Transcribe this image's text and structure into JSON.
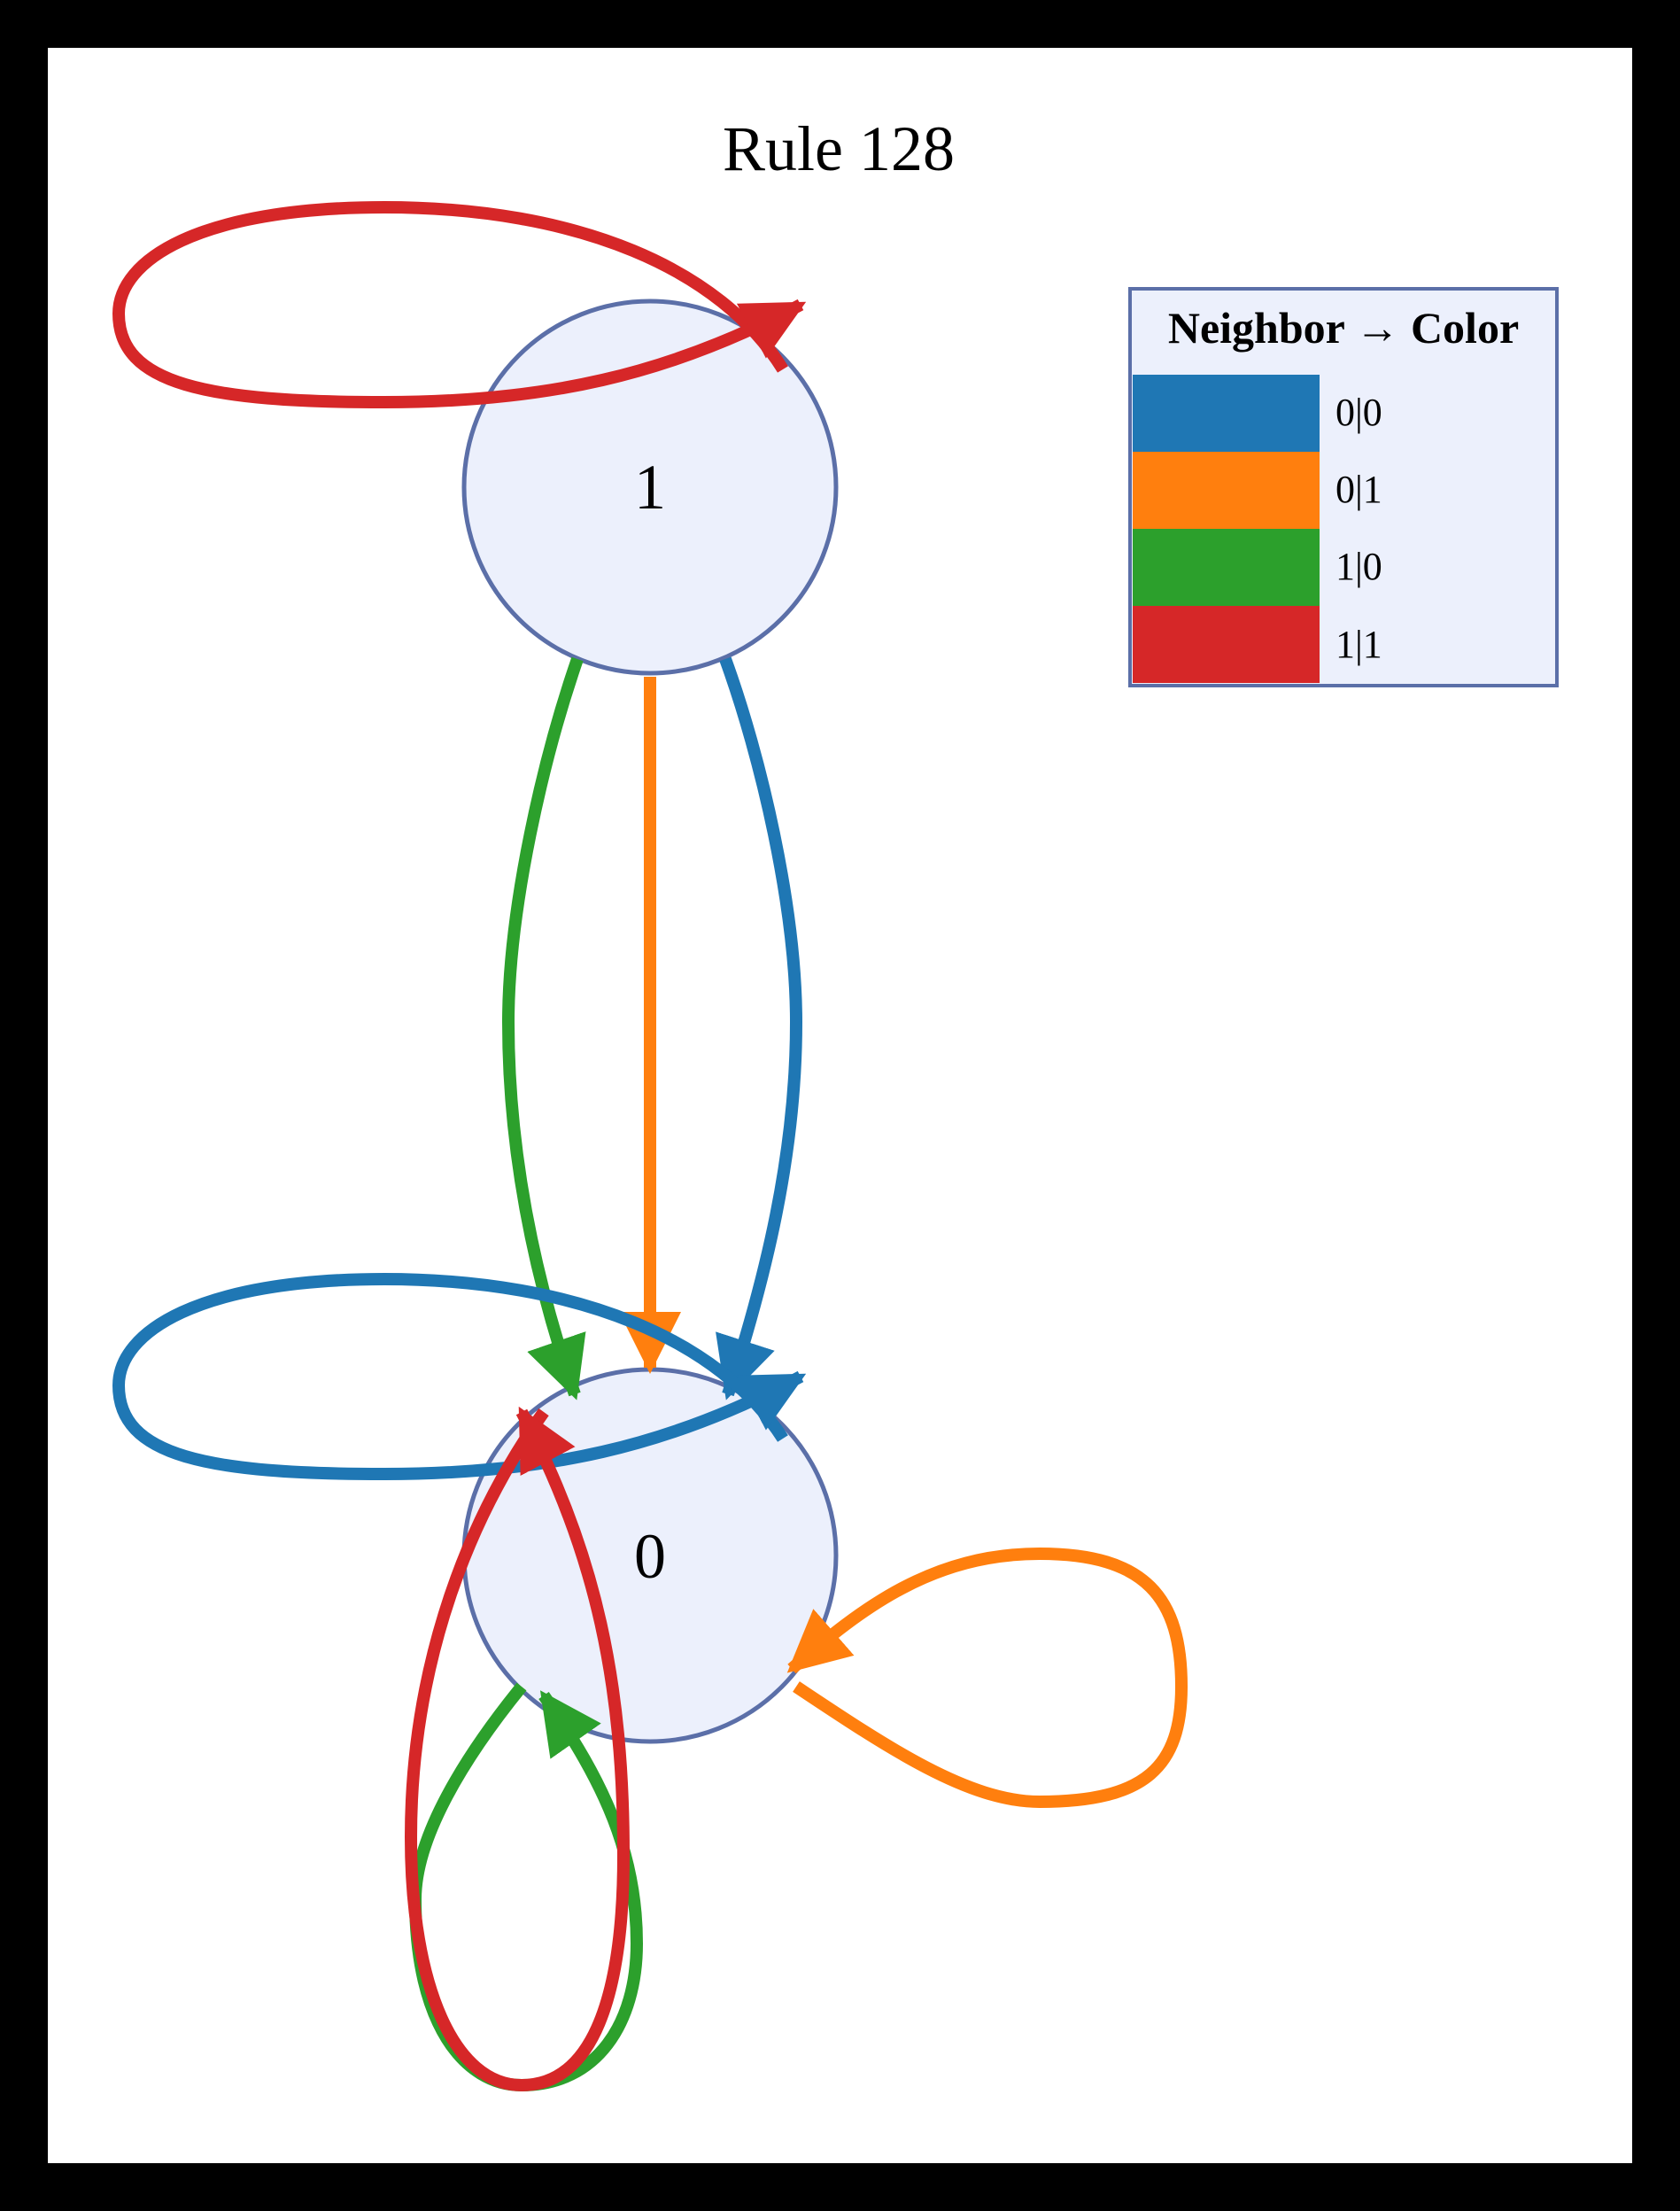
{
  "title": "Rule 128",
  "colors": {
    "node_fill": "#ecf0fc",
    "node_stroke": "#5b6fa8",
    "legend_fill": "#ecf0fc",
    "legend_stroke": "#5b6fa8"
  },
  "nodes": [
    {
      "id": "node-1",
      "label": "1"
    },
    {
      "id": "node-0",
      "label": "0"
    }
  ],
  "edges": [
    {
      "from": "1",
      "to": "1",
      "neighbor": "1|1",
      "color": "#d62728"
    },
    {
      "from": "1",
      "to": "0",
      "neighbor": "1|0",
      "color": "#2ca02c"
    },
    {
      "from": "1",
      "to": "0",
      "neighbor": "0|1",
      "color": "#ff7f0e"
    },
    {
      "from": "1",
      "to": "0",
      "neighbor": "0|0",
      "color": "#1f77b4"
    },
    {
      "from": "0",
      "to": "0",
      "neighbor": "0|0",
      "color": "#1f77b4"
    },
    {
      "from": "0",
      "to": "0",
      "neighbor": "0|1",
      "color": "#ff7f0e"
    },
    {
      "from": "0",
      "to": "0",
      "neighbor": "1|0",
      "color": "#2ca02c"
    },
    {
      "from": "0",
      "to": "0",
      "neighbor": "1|1",
      "color": "#d62728"
    }
  ],
  "legend": {
    "title": "Neighbor → Color",
    "items": [
      {
        "label": "0|0",
        "color": "#1f77b4"
      },
      {
        "label": "0|1",
        "color": "#ff7f0e"
      },
      {
        "label": "1|0",
        "color": "#2ca02c"
      },
      {
        "label": "1|1",
        "color": "#d62728"
      }
    ]
  }
}
